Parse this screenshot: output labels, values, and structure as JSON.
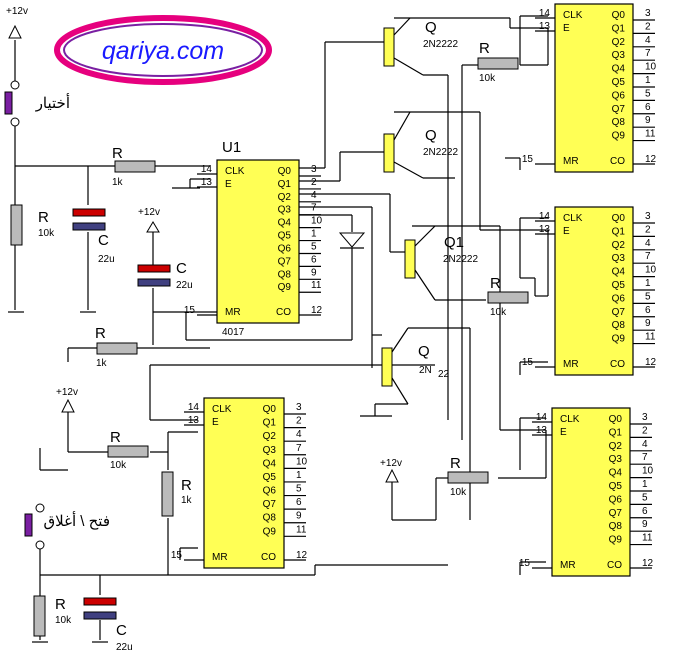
{
  "logo": {
    "text": "qariya.com"
  },
  "chip_labels": {
    "u1": "U1",
    "u1_part": "4017"
  },
  "chip_pin_names": [
    "CLK",
    "E",
    "MR",
    "CO",
    "Q0",
    "Q1",
    "Q2",
    "Q3",
    "Q4",
    "Q5",
    "Q6",
    "Q7",
    "Q8",
    "Q9"
  ],
  "chip_pin_numbers": {
    "left": [
      "14",
      "13",
      "15"
    ],
    "right": [
      "3",
      "2",
      "4",
      "7",
      "10",
      "1",
      "5",
      "6",
      "9",
      "11"
    ],
    "co": "12"
  },
  "power": {
    "v12": "+12v"
  },
  "switches": {
    "select": "أختيار",
    "open_close": "فتح \\ أغلاق"
  },
  "components": {
    "r": "R",
    "c": "C",
    "q": "Q",
    "q1": "Q1",
    "r_10k": "10k",
    "r_1k": "1k",
    "c_22u": "22u",
    "transistor_part": "2N2222",
    "transistor_part_partial": "2N",
    "transistor_part_suffix": "22"
  }
}
